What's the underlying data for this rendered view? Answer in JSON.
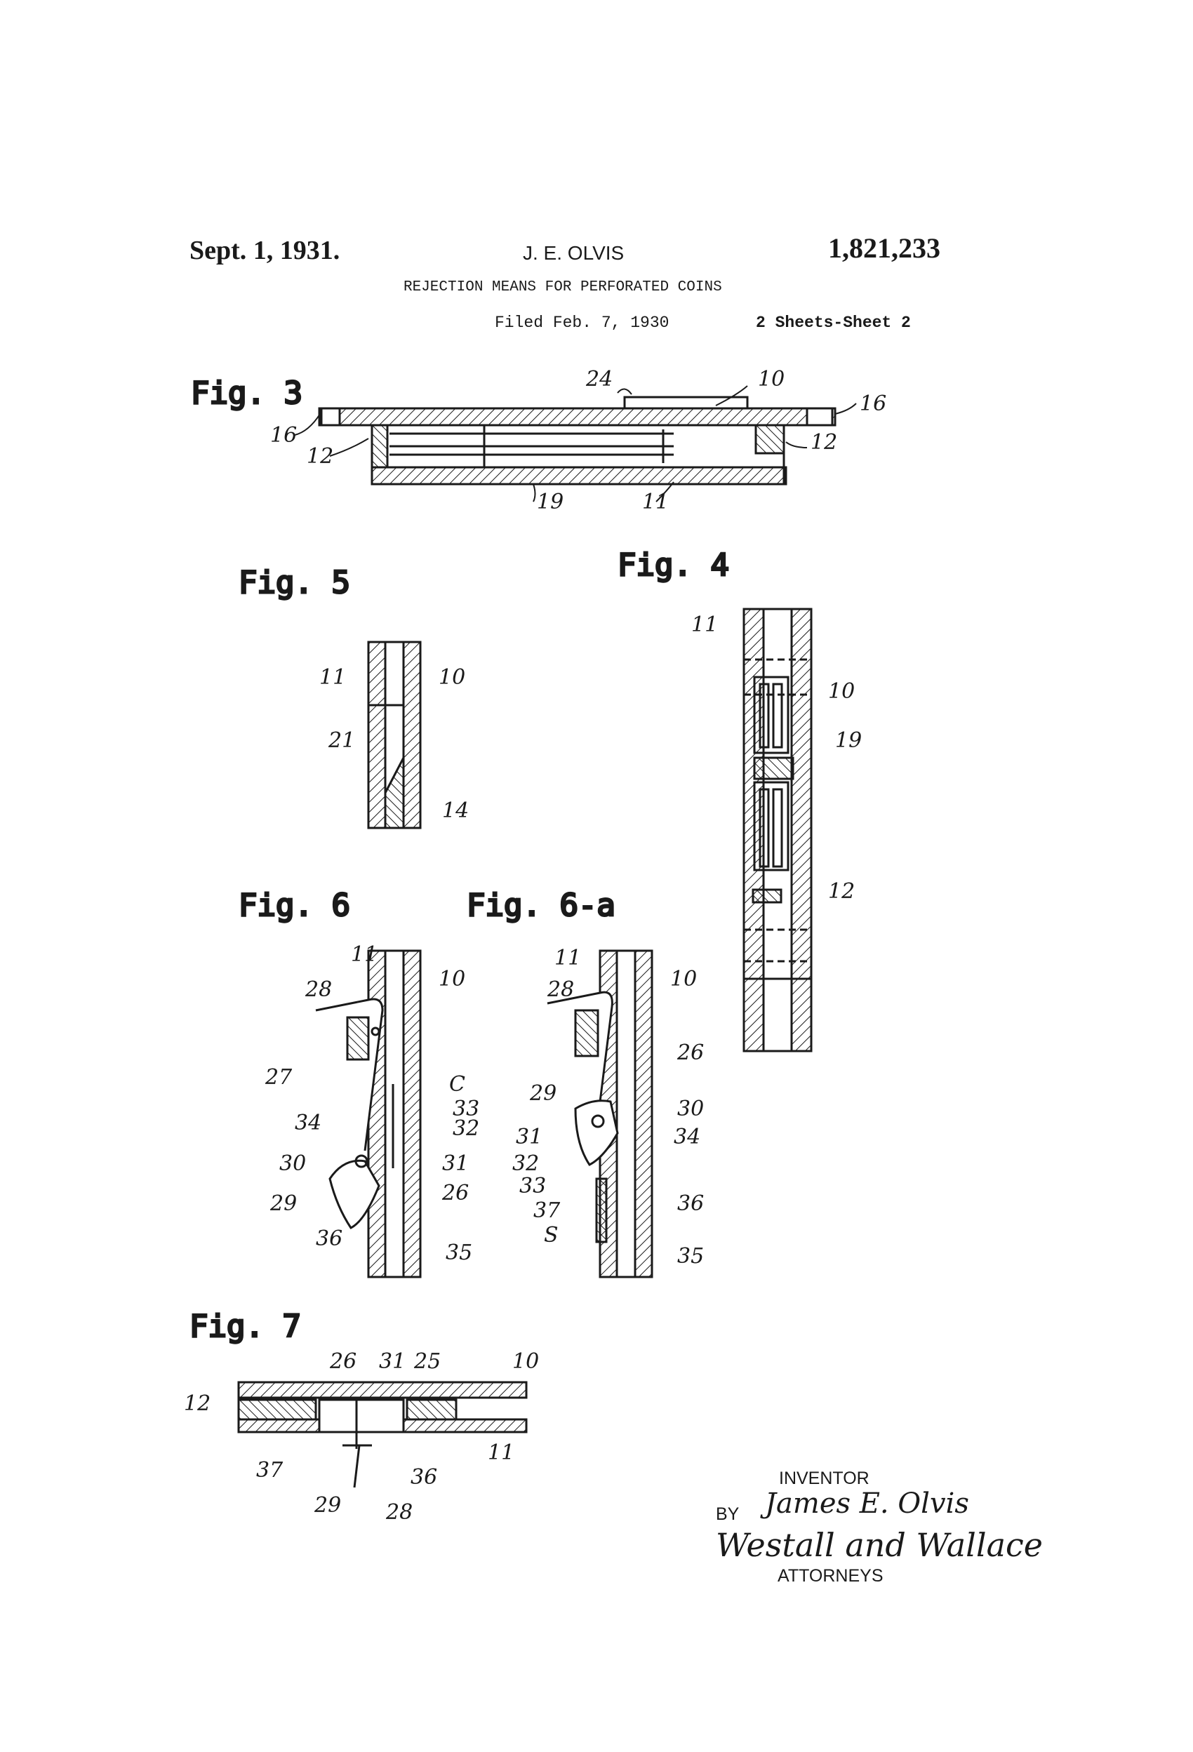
{
  "header": {
    "date": "Sept. 1, 1931.",
    "inventor": "J. E. OLVIS",
    "patent_number": "1,821,233",
    "title": "REJECTION MEANS FOR PERFORATED COINS",
    "filed": "Filed Feb. 7, 1930",
    "sheets": "2 Sheets-Sheet 2"
  },
  "figures": {
    "fig3": {
      "title": "Fig. 3",
      "refs": {
        "r24": "24",
        "r10": "10",
        "r16a": "16",
        "r16b": "16",
        "r12a": "12",
        "r12b": "12",
        "r19": "19",
        "r11": "11"
      }
    },
    "fig4": {
      "title": "Fig. 4",
      "refs": {
        "r11": "11",
        "r10": "10",
        "r19": "19",
        "r12": "12"
      }
    },
    "fig5": {
      "title": "Fig. 5",
      "refs": {
        "r11": "11",
        "r10": "10",
        "r21": "21",
        "r14": "14"
      }
    },
    "fig6": {
      "title": "Fig. 6",
      "refs": {
        "r11": "11",
        "r10": "10",
        "r28": "28",
        "r27": "27",
        "rC": "C",
        "r33": "33",
        "r34": "34",
        "r32": "32",
        "r31": "31",
        "r30": "30",
        "r29": "29",
        "r26": "26",
        "r36": "36",
        "r35": "35"
      }
    },
    "fig6a": {
      "title": "Fig. 6-a",
      "refs": {
        "r11": "11",
        "r10": "10",
        "r28": "28",
        "r26": "26",
        "r29": "29",
        "r30": "30",
        "r31": "31",
        "r34": "34",
        "r32": "32",
        "r33": "33",
        "r37": "37",
        "rS": "S",
        "r36": "36",
        "r35": "35"
      }
    },
    "fig7": {
      "title": "Fig. 7",
      "refs": {
        "r26": "26",
        "r31": "31",
        "r25": "25",
        "r10": "10",
        "r12": "12",
        "r37": "37",
        "r36": "36",
        "r11": "11",
        "r29": "29",
        "r28": "28"
      }
    }
  },
  "signature_block": {
    "inventor_label": "INVENTOR",
    "inventor_signature": "James E. Olvis",
    "by_label": "BY",
    "attorney_signature": "Westall and Wallace",
    "attorneys_label": "ATTORNEYS"
  }
}
